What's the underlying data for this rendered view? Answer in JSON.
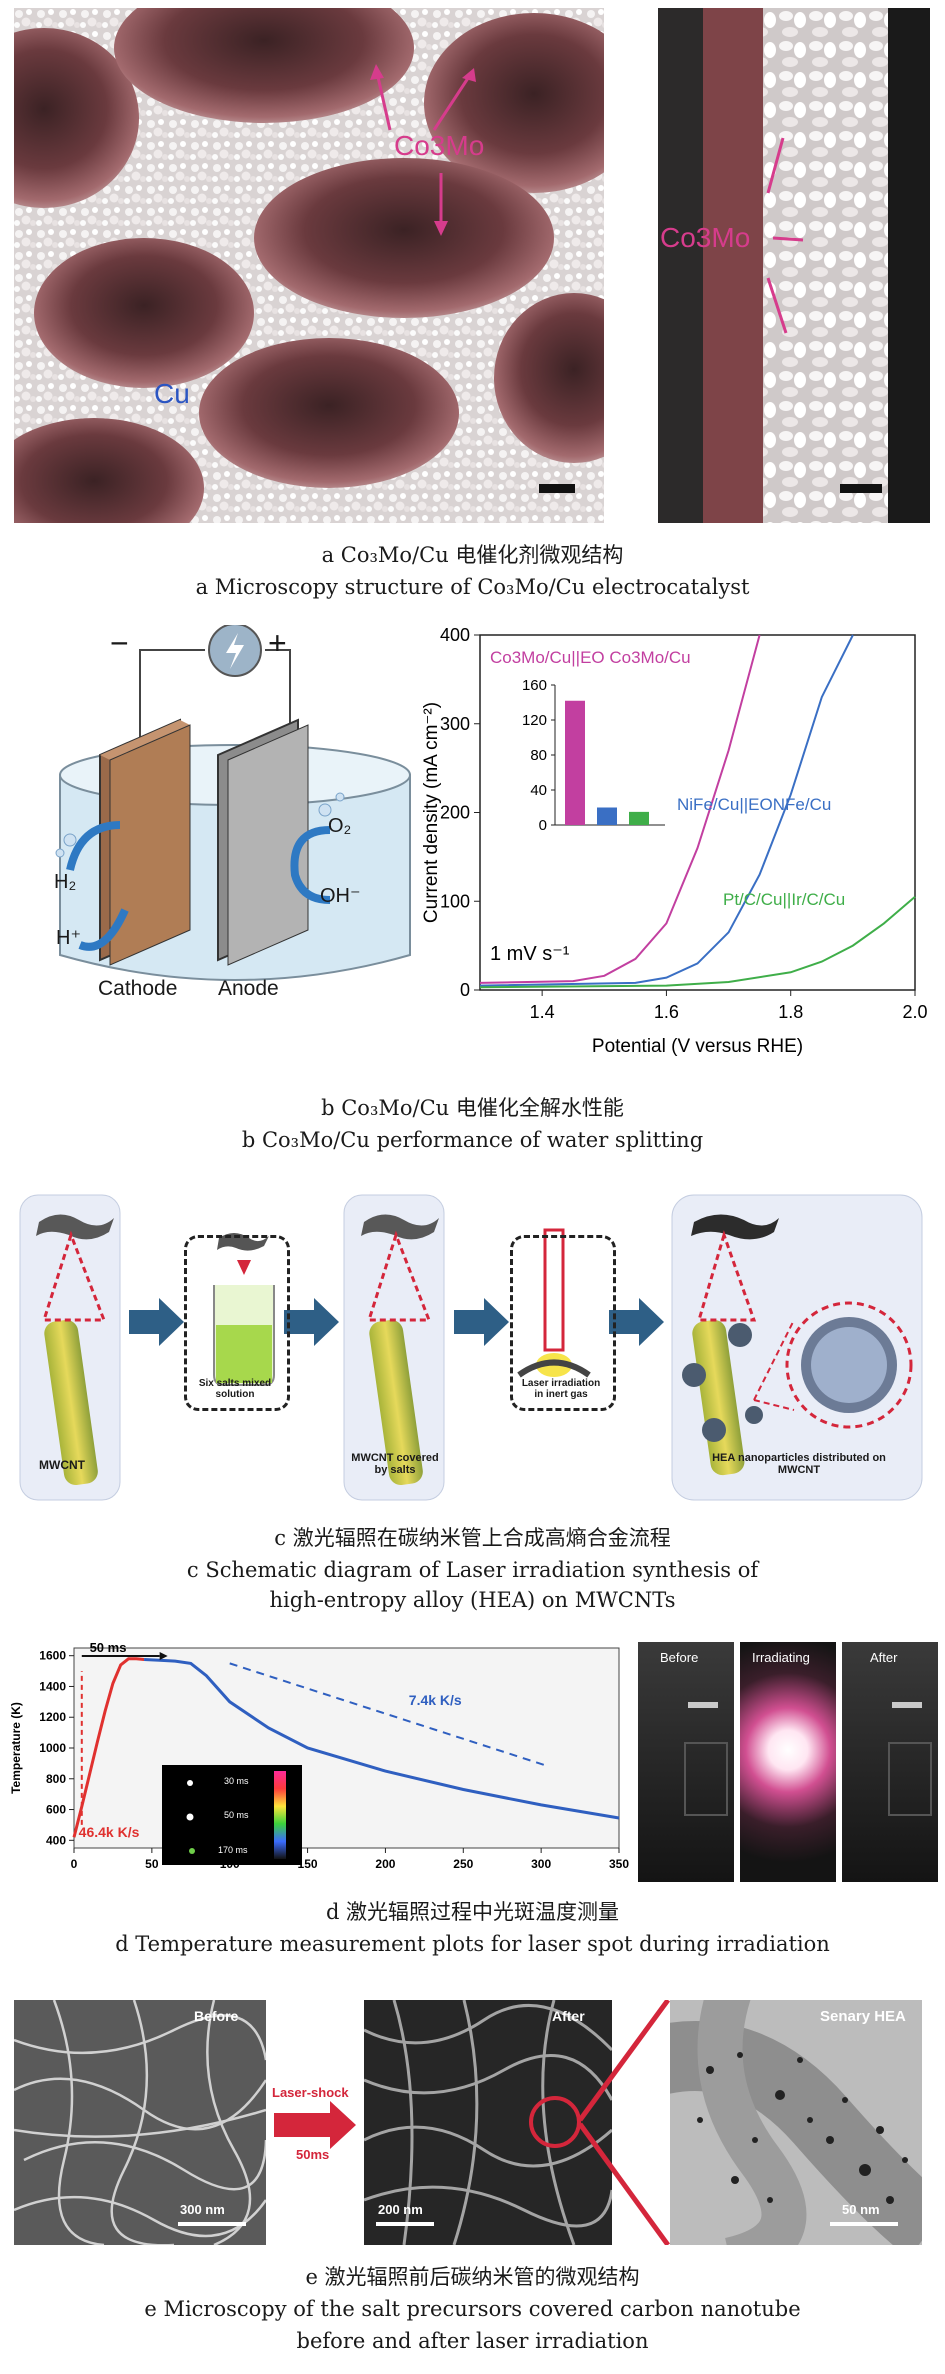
{
  "panel_a": {
    "left_label_co3mo": "Co3Mo",
    "left_label_cu": "Cu",
    "right_label_co3mo": "Co3Mo",
    "caption_zh": "a  Co₃Mo/Cu 电催化剂微观结构",
    "caption_en": "a  Microscopy structure of Co₃Mo/Cu electrocatalyst"
  },
  "panel_b": {
    "minus": "−",
    "plus": "+",
    "h2": "H₂",
    "hplus": "H⁺",
    "o2": "O₂",
    "ohminus": "OH⁻",
    "cathode": "Cathode",
    "anode": "Anode",
    "caption_zh": "b  Co₃Mo/Cu 电催化全解水性能",
    "caption_en": "b  Co₃Mo/Cu performance of water splitting"
  },
  "chart_data": [
    {
      "type": "line",
      "xlabel": "Potential (V versus RHE)",
      "ylabel": "Current density (mA cm⁻²)",
      "xlim": [
        1.3,
        2.0
      ],
      "ylim": [
        0,
        400
      ],
      "xticks": [
        "1.4",
        "1.6",
        "1.8",
        "2.0"
      ],
      "yticks": [
        "0",
        "100",
        "200",
        "300",
        "400"
      ],
      "annotation": "1 mV s⁻¹",
      "series": [
        {
          "name": "Co3Mo/Cu||EO Co3Mo/Cu",
          "color": "#c23fa0",
          "x": [
            1.3,
            1.45,
            1.5,
            1.55,
            1.6,
            1.65,
            1.7,
            1.75
          ],
          "y": [
            8,
            10,
            16,
            35,
            75,
            160,
            270,
            400
          ]
        },
        {
          "name": "NiFe/Cu||EONFe/Cu",
          "color": "#3a6fc4",
          "x": [
            1.3,
            1.55,
            1.6,
            1.65,
            1.7,
            1.75,
            1.8,
            1.85,
            1.9
          ],
          "y": [
            5,
            8,
            14,
            30,
            65,
            130,
            220,
            330,
            400
          ]
        },
        {
          "name": "Pt/C/Cu||Ir/C/Cu",
          "color": "#3fae49",
          "x": [
            1.3,
            1.6,
            1.7,
            1.8,
            1.85,
            1.9,
            1.95,
            2.0
          ],
          "y": [
            3,
            5,
            9,
            20,
            32,
            50,
            75,
            105
          ]
        }
      ],
      "inset": {
        "type": "bar",
        "yticks": [
          "0",
          "40",
          "80",
          "120",
          "160"
        ],
        "ylim": [
          0,
          160
        ],
        "values": [
          142,
          20,
          15
        ],
        "colors": [
          "#c23fa0",
          "#3a6fc4",
          "#3fae49"
        ]
      }
    },
    {
      "type": "line",
      "ylabel": "Temperature (K)",
      "xlim": [
        0,
        350
      ],
      "ylim": [
        350,
        1650
      ],
      "xticks": [
        "0",
        "50",
        "100",
        "150",
        "200",
        "250",
        "300",
        "350"
      ],
      "yticks": [
        "400",
        "600",
        "800",
        "1000",
        "1200",
        "1400",
        "1600"
      ],
      "scale_label": "50 ms",
      "heating_label": "46.4k K/s",
      "cooling_label": "7.4k K/s",
      "series": [
        {
          "color": "#e0312f",
          "x": [
            0,
            5,
            10,
            15,
            20,
            25,
            30,
            35,
            40,
            45
          ],
          "y": [
            420,
            620,
            830,
            1040,
            1240,
            1420,
            1540,
            1580,
            1580,
            1575
          ]
        },
        {
          "color": "#2f5fc0",
          "x": [
            45,
            55,
            65,
            75,
            85,
            100,
            125,
            150,
            200,
            250,
            300,
            350
          ],
          "y": [
            1575,
            1570,
            1565,
            1550,
            1470,
            1300,
            1130,
            1000,
            850,
            730,
            630,
            545
          ]
        }
      ],
      "inset_times": [
        "30 ms",
        "50 ms",
        "170 ms"
      ]
    }
  ],
  "panel_c": {
    "step1": "MWCNT",
    "step2": "Six salts mixed solution",
    "step3": "MWCNT covered by salts",
    "step4": "Laser irradiation in inert gas",
    "step5": "HEA nanoparticles distributed on MWCNT",
    "caption_zh": "c  激光辐照在碳纳米管上合成高熵合金流程",
    "caption_en1": "c  Schematic diagram of Laser irradiation synthesis of",
    "caption_en2": "high-entropy alloy (HEA) on MWCNTs"
  },
  "panel_d": {
    "photo_before": "Before",
    "photo_irradiating": "Irradiating",
    "photo_after": "After",
    "caption_zh": "d  激光辐照过程中光斑温度测量",
    "caption_en": "d  Temperature measurement plots for laser spot during irradiation"
  },
  "panel_e": {
    "before": "Before",
    "after": "After",
    "senary": "Senary HEA",
    "shock1": "Laser-shock",
    "shock2": "50ms",
    "scale1": "300 nm",
    "scale2": "200 nm",
    "scale3": "50 nm",
    "caption_zh": "e  激光辐照前后碳纳米管的微观结构",
    "caption_en1": "e  Microscopy of the salt precursors covered carbon nanotube",
    "caption_en2": "before and after laser irradiation"
  }
}
